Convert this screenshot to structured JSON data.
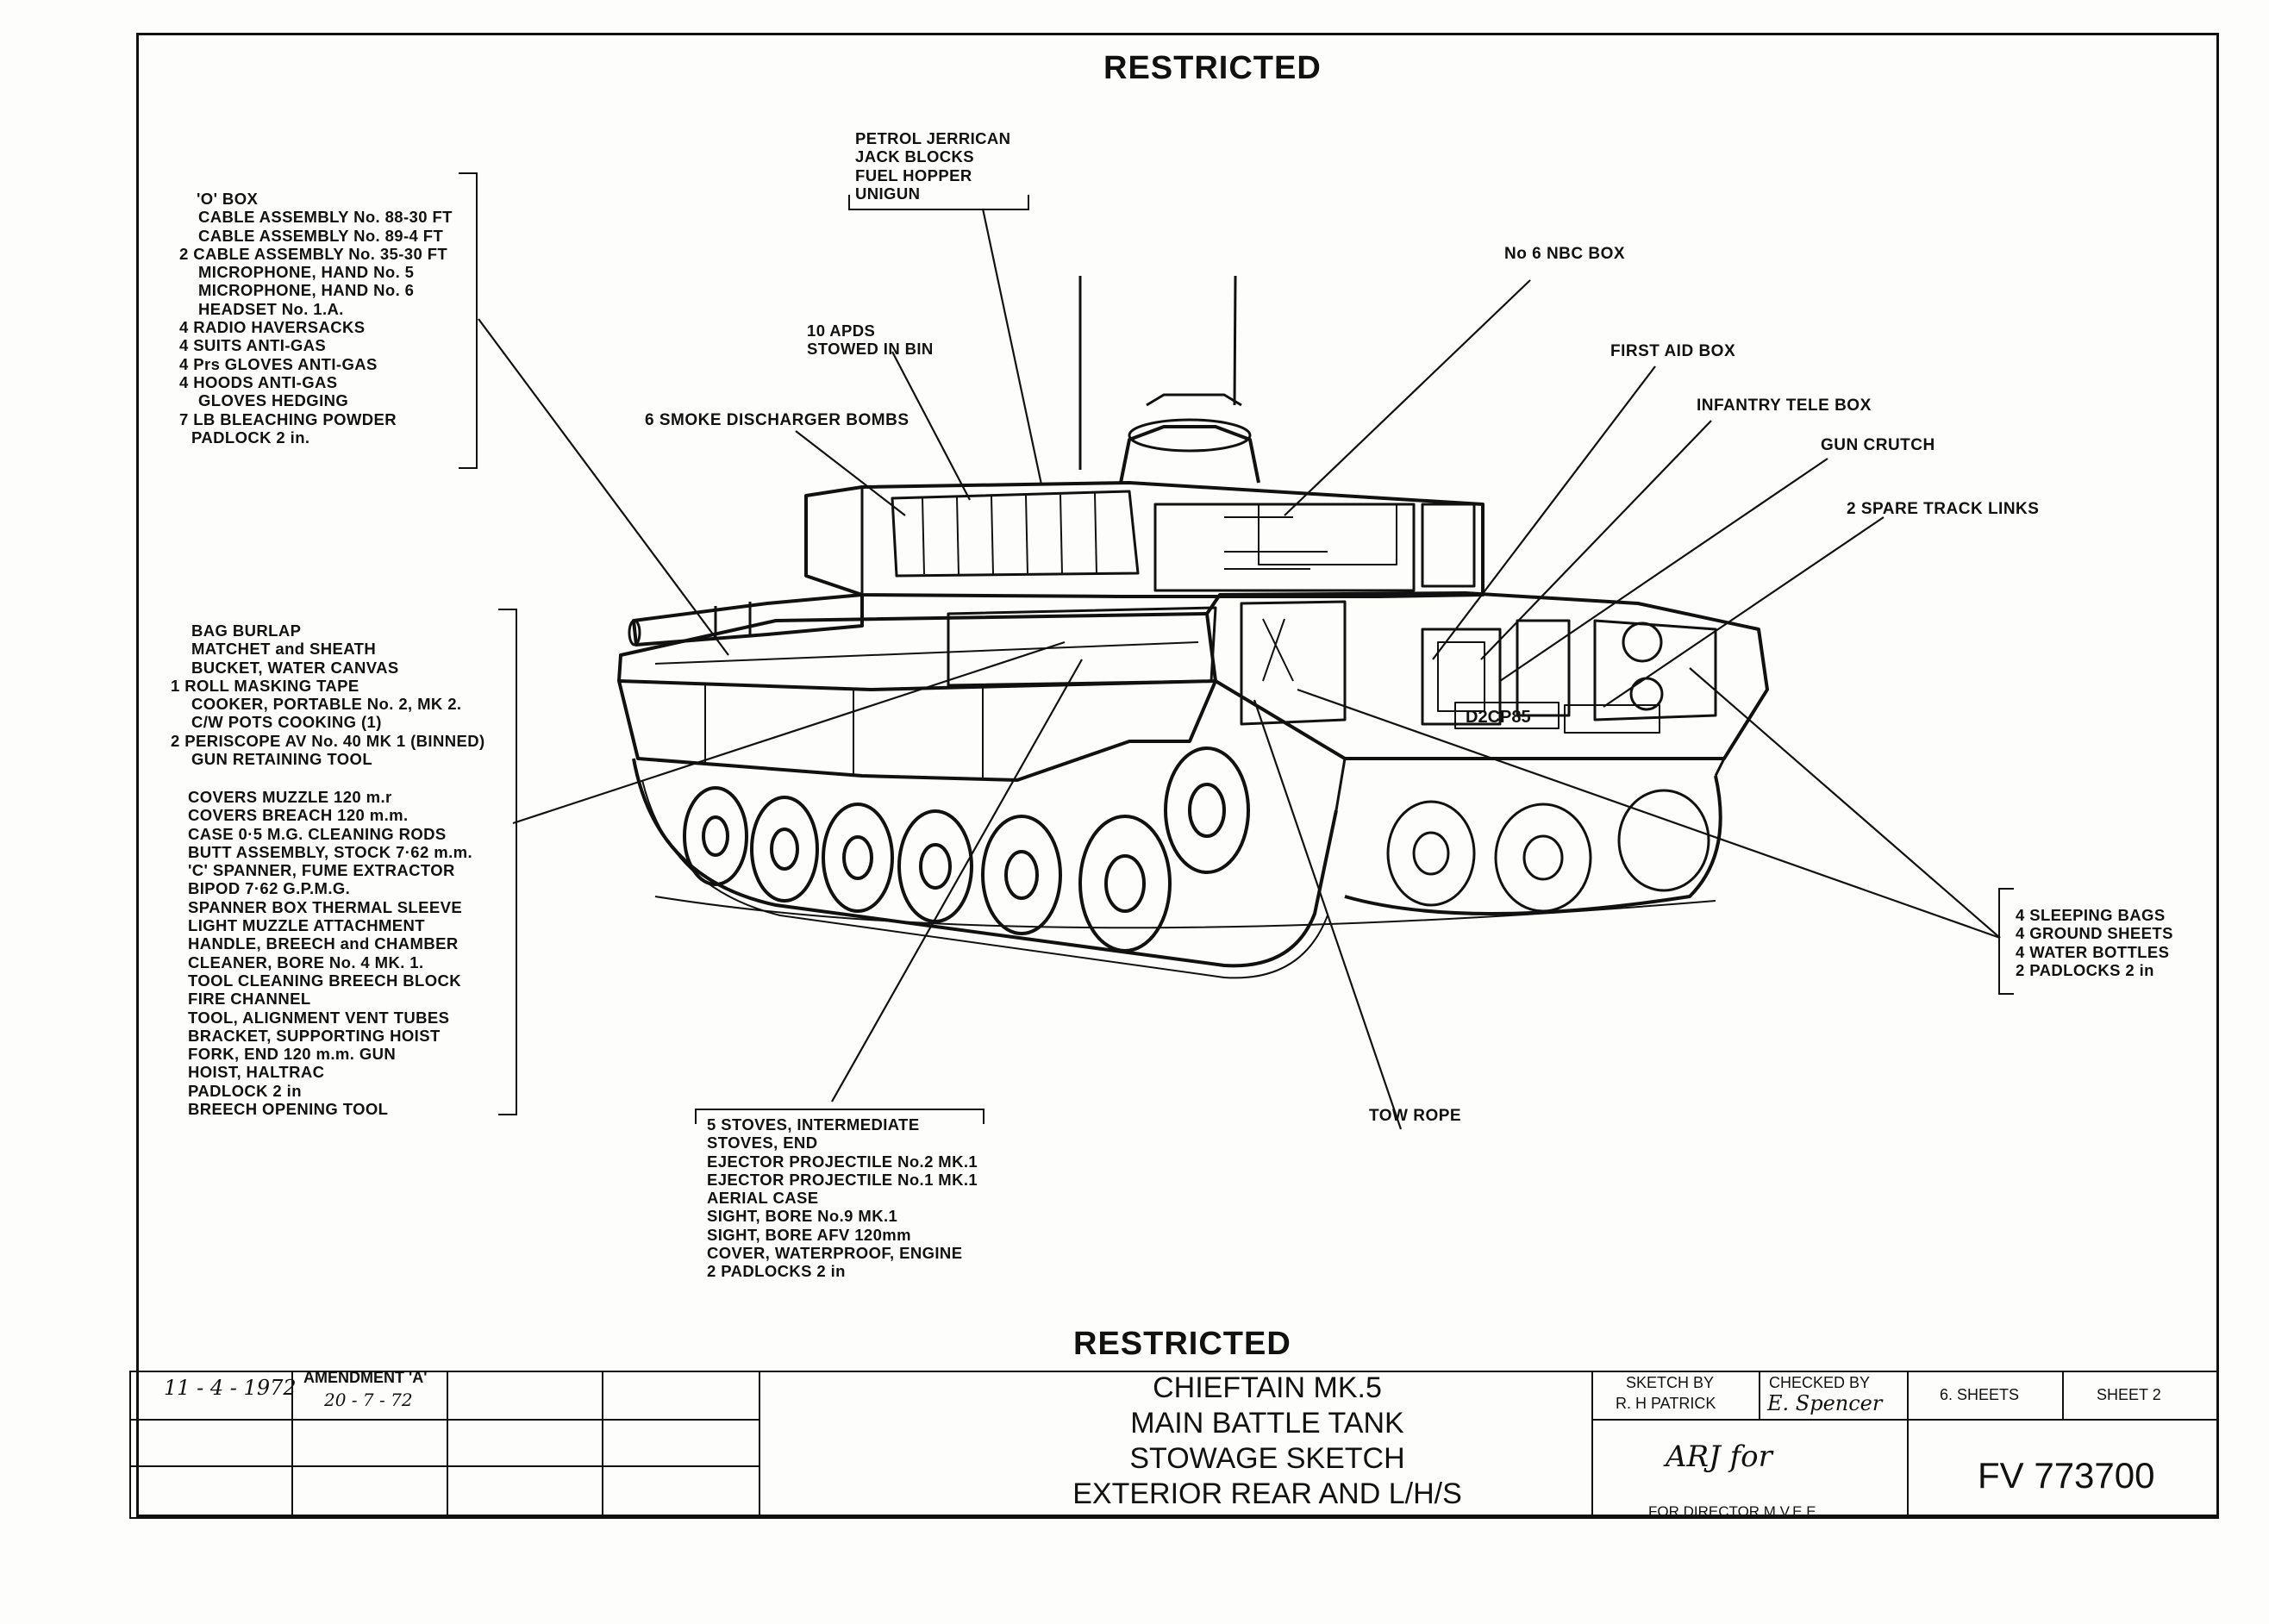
{
  "header": {
    "restricted_top": "RESTRICTED",
    "restricted_bottom": "RESTRICTED"
  },
  "callouts": {
    "petrol_group": [
      "PETROL JERRICAN",
      "JACK BLOCKS",
      "FUEL HOPPER",
      "UNIGUN"
    ],
    "apds": [
      "10 APDS",
      "STOWED IN BIN"
    ],
    "smoke": "6 SMOKE DISCHARGER BOMBS",
    "nbc": "No 6 NBC BOX",
    "first_aid": "FIRST AID BOX",
    "infantry": "INFANTRY TELE BOX",
    "gun_crutch": "GUN CRUTCH",
    "track_links": "2 SPARE TRACK LINKS",
    "tow_rope": "TOW ROPE"
  },
  "lists": {
    "obox": [
      "'O' BOX",
      "CABLE ASSEMBLY No. 88-30 FT",
      "CABLE ASSEMBLY No. 89-4 FT",
      "2 CABLE ASSEMBLY No. 35-30 FT",
      "MICROPHONE, HAND No. 5",
      "MICROPHONE, HAND No. 6",
      "HEADSET No. 1.A.",
      "4 RADIO HAVERSACKS",
      "4 SUITS ANTI-GAS",
      "4 Prs GLOVES ANTI-GAS",
      "4 HOODS ANTI-GAS",
      "GLOVES HEDGING",
      "7 LB BLEACHING POWDER",
      "PADLOCK 2 in."
    ],
    "burlap": [
      "BAG BURLAP",
      "MATCHET and SHEATH",
      "BUCKET, WATER CANVAS",
      "1 ROLL MASKING TAPE",
      "COOKER, PORTABLE No. 2, MK 2.",
      "C/W POTS COOKING (1)",
      "2 PERISCOPE AV No. 40 MK 1 (BINNED)",
      "GUN RETAINING TOOL"
    ],
    "covers": [
      "COVERS MUZZLE 120 m.r",
      "COVERS BREACH 120 m.m.",
      "CASE 0·5 M.G. CLEANING RODS",
      "BUTT ASSEMBLY, STOCK 7·62 m.m.",
      "'C' SPANNER, FUME EXTRACTOR",
      "BIPOD 7·62 G.P.M.G.",
      "SPANNER BOX THERMAL SLEEVE",
      "LIGHT MUZZLE ATTACHMENT",
      "HANDLE, BREECH and CHAMBER",
      "CLEANER, BORE No. 4 MK. 1.",
      "TOOL CLEANING BREECH BLOCK",
      "FIRE CHANNEL",
      "TOOL, ALIGNMENT VENT TUBES",
      "BRACKET, SUPPORTING HOIST",
      "FORK, END 120 m.m. GUN",
      "HOIST, HALTRAC",
      "PADLOCK 2 in",
      "BREECH OPENING TOOL"
    ],
    "stoves": [
      "5 STOVES, INTERMEDIATE",
      "STOVES, END",
      "EJECTOR PROJECTILE No.2 MK.1",
      "EJECTOR PROJECTILE No.1 MK.1",
      "AERIAL CASE",
      "SIGHT, BORE No.9 MK.1",
      "SIGHT, BORE AFV 120mm",
      "COVER, WATERPROOF, ENGINE",
      "2 PADLOCKS 2 in"
    ],
    "sleeping": [
      "4 SLEEPING BAGS",
      "4 GROUND SHEETS",
      "4 WATER BOTTLES",
      "2 PADLOCKS 2 in"
    ]
  },
  "plate": "D2CP85",
  "title_block": {
    "date": "11 - 4 - 1972",
    "amendment_label": "AMENDMENT 'A'",
    "amendment_date": "20 - 7 - 72",
    "title_lines": [
      "CHIEFTAIN MK.5",
      "MAIN BATTLE TANK",
      "STOWAGE SKETCH",
      "EXTERIOR REAR AND L/H/S"
    ],
    "sketch_by_label": "SKETCH BY",
    "sketch_by_name": "R. H PATRICK",
    "checked_by_label": "CHECKED BY",
    "checked_by_sig": "E. Spencer",
    "director_sig": "ARJ for",
    "director_label": "FOR DIRECTOR M.V.E.E.",
    "sheets": "6. SHEETS",
    "sheet_no": "SHEET 2",
    "drawing_no": "FV 773700"
  }
}
